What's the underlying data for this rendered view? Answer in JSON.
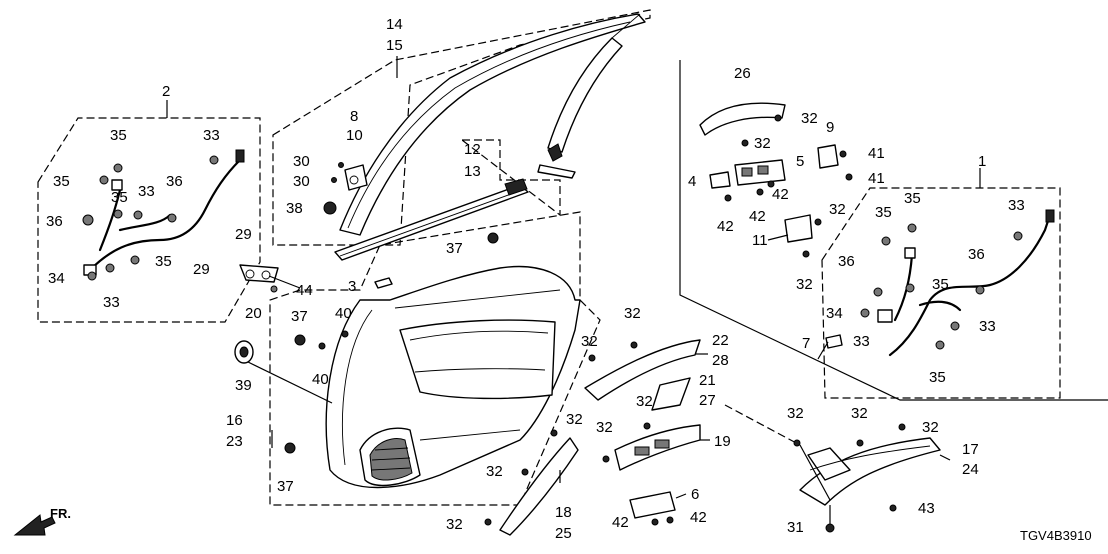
{
  "diagram_code": "TGV4B3910",
  "direction_label": "FR.",
  "callouts": [
    "1",
    "2",
    "3",
    "4",
    "5",
    "6",
    "7",
    "8",
    "9",
    "10",
    "11",
    "12",
    "13",
    "14",
    "15",
    "16",
    "17",
    "18",
    "19",
    "20",
    "21",
    "22",
    "23",
    "24",
    "25",
    "26",
    "27",
    "28",
    "29",
    "29",
    "30",
    "30",
    "31",
    "32",
    "32",
    "32",
    "32",
    "32",
    "32",
    "32",
    "32",
    "32",
    "32",
    "32",
    "32",
    "32",
    "32",
    "33",
    "33",
    "33",
    "33",
    "33",
    "33",
    "34",
    "34",
    "35",
    "35",
    "35",
    "35",
    "35",
    "35",
    "35",
    "35",
    "36",
    "36",
    "36",
    "36",
    "37",
    "37",
    "37",
    "38",
    "39",
    "40",
    "40",
    "41",
    "41",
    "42",
    "42",
    "42",
    "42",
    "43",
    "44"
  ]
}
